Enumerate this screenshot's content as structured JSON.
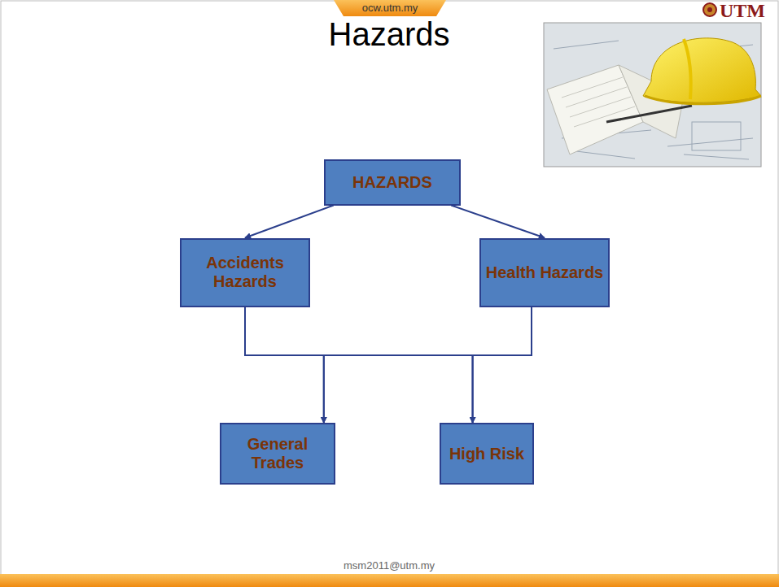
{
  "diagram": {
    "title": "Hazards",
    "nodes": [
      {
        "text": [
          "HAZARDS"
        ]
      },
      {
        "text": [
          "Accidents Hazards"
        ]
      },
      {
        "text": [
          "Health Hazards"
        ]
      },
      {
        "text": [
          "General Trades"
        ]
      },
      {
        "text": [
          "High Risk"
        ]
      }
    ],
    "edges": [
      {
        "from": 0,
        "to": 1,
        "arrow": "to"
      },
      {
        "from": 0,
        "to": 2,
        "arrow": "to"
      },
      {
        "from": 1,
        "to": 3,
        "arrow": "to"
      },
      {
        "from": 1,
        "to": 4,
        "arrow": "to"
      },
      {
        "from": 2,
        "to": 3,
        "arrow": "to"
      },
      {
        "from": 2,
        "to": 4,
        "arrow": "to"
      }
    ],
    "labels": [
      "ocw.utm.my",
      "UTM",
      "msm2011@utm.my"
    ]
  }
}
